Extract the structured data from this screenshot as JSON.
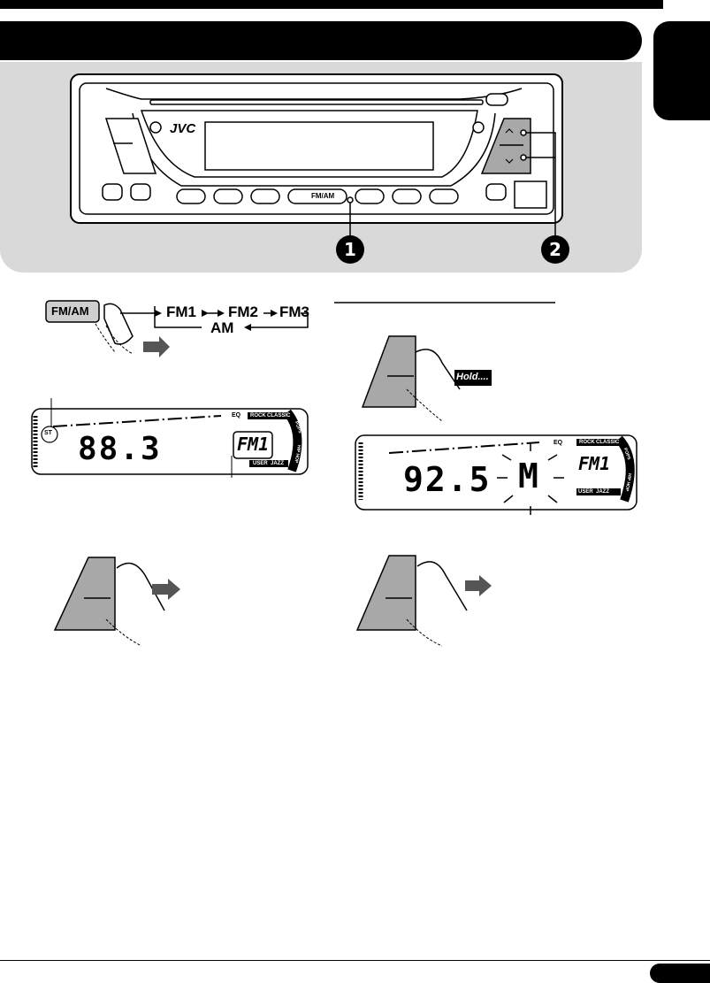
{
  "header": {
    "title": "",
    "language_tab": ""
  },
  "faceplate": {
    "brand": "JVC",
    "button_label": "FM/AM",
    "callouts": [
      "1",
      "2"
    ]
  },
  "band_select": {
    "key_label": "FM/AM",
    "bands": [
      "FM1",
      "FM2",
      "FM3",
      "AM"
    ]
  },
  "display_left": {
    "frequency": "88.3",
    "band": "FM1",
    "stereo_indicator": "ST",
    "eq_label": "EQ",
    "modes": {
      "rock": "ROCK",
      "classic": "CLASSIC",
      "pops": "POPS",
      "user": "USER",
      "jazz": "JAZZ",
      "hiphop": "HIP HOP"
    }
  },
  "display_right": {
    "frequency": "92.5",
    "band": "FM1",
    "mode_indicator": "M",
    "eq_label": "EQ",
    "modes": {
      "rock": "ROCK",
      "classic": "CLASSIC",
      "pops": "POPS",
      "user": "USER",
      "jazz": "JAZZ",
      "hiphop": "HIP HOP"
    }
  },
  "hold_label": "Hold....",
  "footer": {
    "page_number": ""
  }
}
